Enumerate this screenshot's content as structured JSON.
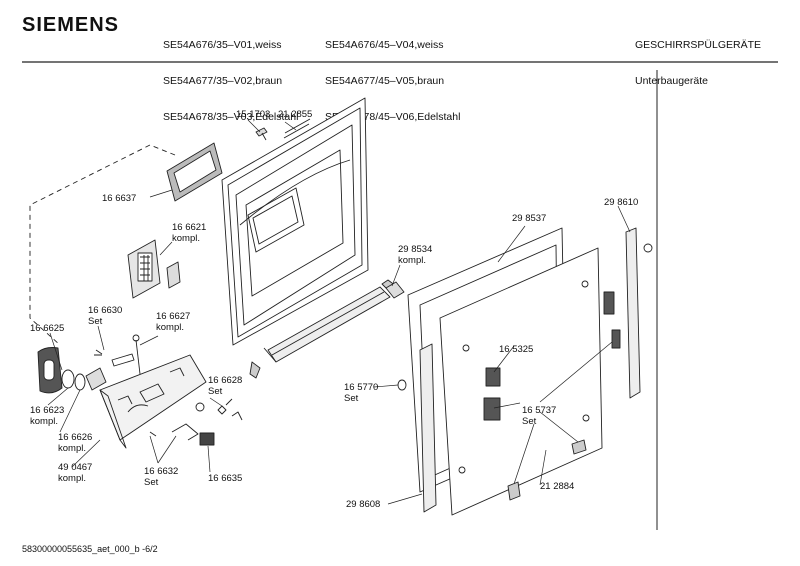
{
  "header": {
    "brand": "SIEMENS",
    "models_col1": [
      "SE54A676/35–V01,weiss",
      "SE54A677/35–V02,braun",
      "SE54A678/35–V03,Edelstahl"
    ],
    "models_col2": [
      "SE54A676/45–V04,weiss",
      "SE54A677/45–V05,braun",
      "SE54A678/45–V06,Edelstahl"
    ],
    "category": "GESCHIRRSPÜLGERÄTE",
    "subcategory": "Unterbaugeräte"
  },
  "parts": [
    {
      "id": "p1",
      "lines": [
        "15 1703"
      ]
    },
    {
      "id": "p2",
      "lines": [
        "21 2855"
      ]
    },
    {
      "id": "p3",
      "lines": [
        "16 6637"
      ]
    },
    {
      "id": "p4",
      "lines": [
        "16 6621",
        "kompl."
      ]
    },
    {
      "id": "p5",
      "lines": [
        "29 8537"
      ]
    },
    {
      "id": "p6",
      "lines": [
        "29 8610"
      ]
    },
    {
      "id": "p7",
      "lines": [
        "29 8534",
        "kompl."
      ]
    },
    {
      "id": "p8",
      "lines": [
        "16 6630",
        "Set"
      ]
    },
    {
      "id": "p9",
      "lines": [
        "16 6627",
        "kompl."
      ]
    },
    {
      "id": "p10",
      "lines": [
        "16 6625"
      ]
    },
    {
      "id": "p11",
      "lines": [
        "16 6623",
        "kompl."
      ]
    },
    {
      "id": "p12",
      "lines": [
        "16 6626",
        "kompl."
      ]
    },
    {
      "id": "p13",
      "lines": [
        "49 0467",
        "kompl."
      ]
    },
    {
      "id": "p14",
      "lines": [
        "16 6628",
        "Set"
      ]
    },
    {
      "id": "p15",
      "lines": [
        "16 6632",
        "Set"
      ]
    },
    {
      "id": "p16",
      "lines": [
        "16 6635"
      ]
    },
    {
      "id": "p17",
      "lines": [
        "16 5325"
      ]
    },
    {
      "id": "p18",
      "lines": [
        "16 5770",
        "Set"
      ]
    },
    {
      "id": "p19",
      "lines": [
        "16 5737",
        "Set"
      ]
    },
    {
      "id": "p20",
      "lines": [
        "29 8608"
      ]
    },
    {
      "id": "p21",
      "lines": [
        "21 2884"
      ]
    }
  ],
  "footer": "58300000055635_aet_000_b   -6/2"
}
